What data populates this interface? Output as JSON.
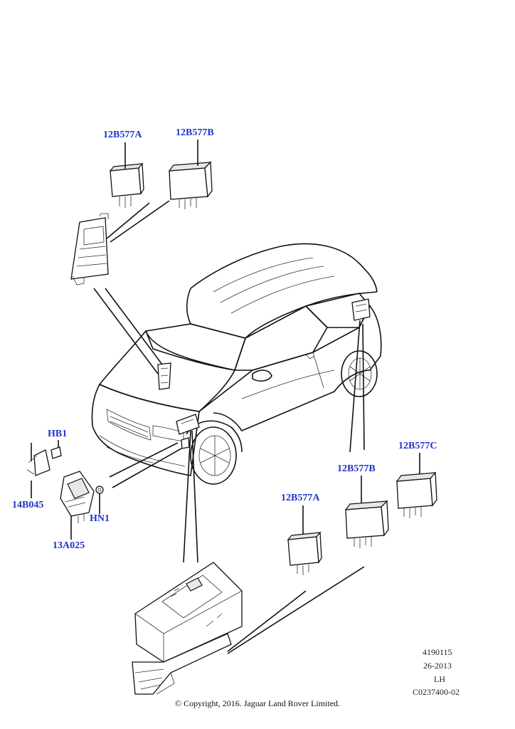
{
  "callouts": {
    "relay_a_top": "12B577A",
    "relay_b_top": "12B577B",
    "relay_c_right": "12B577C",
    "relay_b_right": "12B577B",
    "relay_a_bottom": "12B577A",
    "hb1": "HB1",
    "b045": "14B045",
    "hn1": "HN1",
    "a025": "13A025"
  },
  "meta": {
    "code": "4190115",
    "date": "26-2013",
    "side": "LH",
    "ref": "C0237400-02"
  },
  "copyright": "© Copyright, 2016. Jaguar Land Rover Limited.",
  "colors": {
    "callout": "#1e35c8",
    "line": "#111111"
  }
}
